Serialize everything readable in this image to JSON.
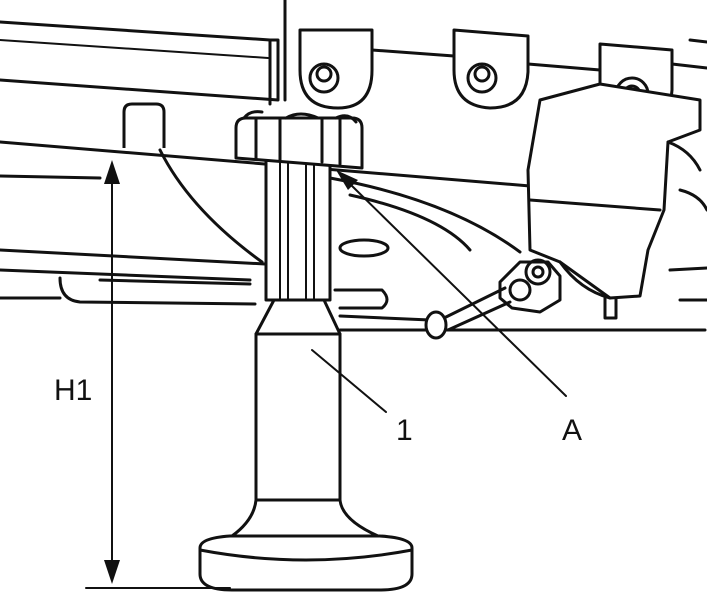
{
  "labels": {
    "dimension": "H1",
    "part_number": "1",
    "point": "A"
  },
  "colors": {
    "line": "#111111",
    "background": "#ffffff"
  }
}
